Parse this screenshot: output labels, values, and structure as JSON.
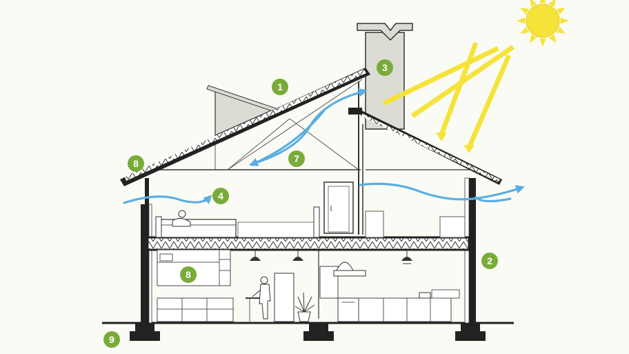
{
  "colors": {
    "background": "#fbfbf5",
    "marker": "#7aab3a",
    "marker_text": "#ffffff",
    "airflow": "#5aaee2",
    "sun": "#f5e33a",
    "sun_ray": "#f5e33a",
    "structure": "#222222"
  },
  "markers": [
    {
      "id": "roof",
      "label": "1"
    },
    {
      "id": "wall",
      "label": "2"
    },
    {
      "id": "chimney",
      "label": "3"
    },
    {
      "id": "attic-airflow",
      "label": "4"
    },
    {
      "id": "roof-airflow",
      "label": "7"
    },
    {
      "id": "eave",
      "label": "8"
    },
    {
      "id": "ground-floor",
      "label": "8"
    },
    {
      "id": "foundation",
      "label": "9"
    }
  ],
  "icons": [
    "sun-icon",
    "airflow-arrow-icon",
    "sun-ray-icon",
    "person-icon",
    "plant-icon",
    "lamp-icon"
  ]
}
